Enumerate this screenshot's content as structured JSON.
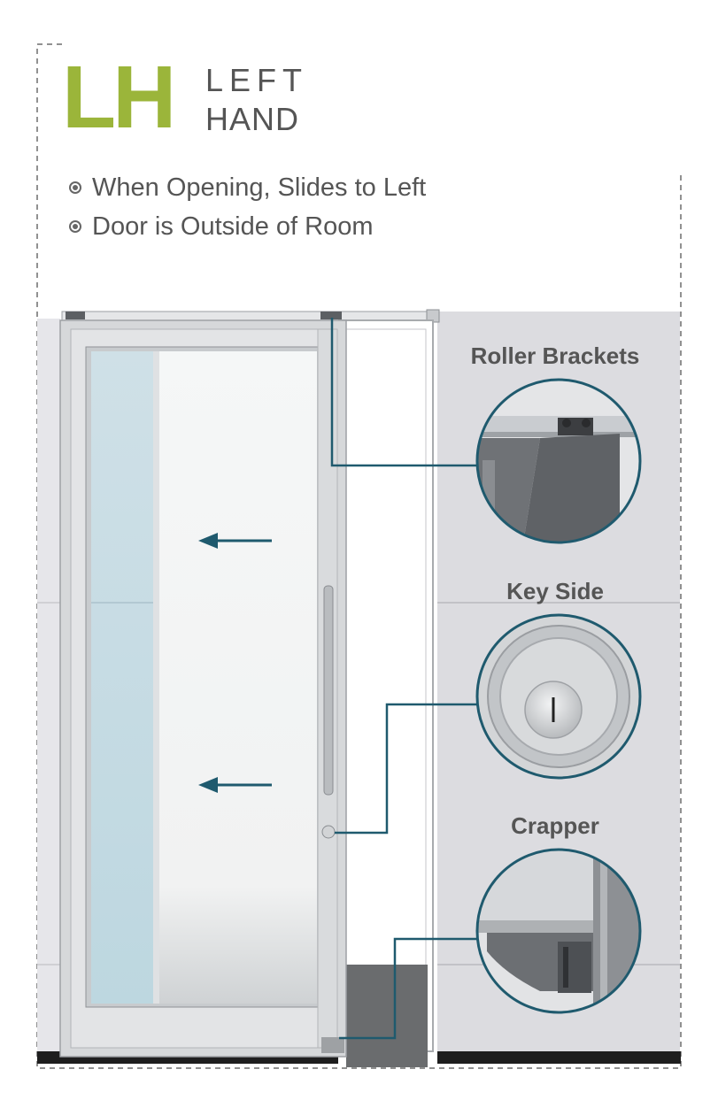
{
  "heading": {
    "abbreviation": "LH",
    "line1": "LEFT",
    "line2": "HAND"
  },
  "bullets": [
    "When Opening, Slides to Left",
    "Door is Outside of Room"
  ],
  "callouts": {
    "roller_brackets": "Roller Brackets",
    "key_side": "Key Side",
    "crapper": "Crapper"
  },
  "colors": {
    "brand_green": "#9bb53a",
    "callout_line": "#1f5a6e",
    "text_gray": "#555555",
    "wall_gray": "#dcdce0"
  },
  "icons": {
    "bullet": "bullet-circle-icon",
    "arrow": "arrow-left-icon"
  }
}
